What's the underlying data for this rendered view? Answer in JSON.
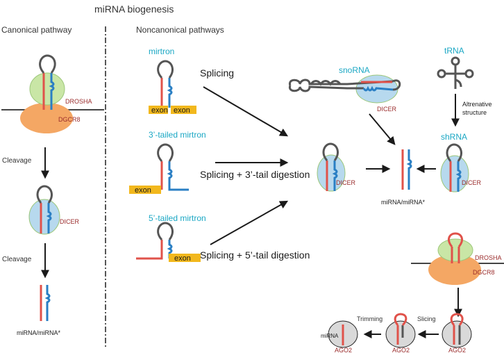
{
  "title": "miRNA biogenesis",
  "canonical": {
    "heading": "Canonical pathway",
    "drosha": "DROSHA",
    "dgcr8": "DGCR8",
    "cleavage_1": "Cleavage",
    "dicer": "DICER",
    "cleavage_2": "Cleavage",
    "product": "miRNA/miRNA*"
  },
  "noncanonical": {
    "heading": "Noncanonical pathways",
    "mirtron": "mirtron",
    "exon_left": "exon",
    "exon_right": "exon",
    "splicing": "Splicing",
    "tailed3": "3’-tailed mirtron",
    "exon_3": "exon",
    "splicing_3": "Splicing  + 3’-tail digestion",
    "tailed5": "5’-tailed mirtron",
    "exon_5": "exon",
    "splicing_5": "Splicing  + 5’-tail digestion",
    "snorna": "snoRNA",
    "snorna_dicer": "DICER",
    "trna": "tRNA",
    "alt_line1": "Altrenative",
    "alt_line2": "structure",
    "shrna": "shRNA",
    "shrna_dicer": "DICER",
    "center_dicer": "DICER",
    "center_product": "miRNA/miRNA*",
    "drosha": "DROSHA",
    "dgcr8": "DGCR8",
    "ago2_right": "AGO2",
    "slicing": "Slicing",
    "ago2_mid": "AGO2",
    "trimming": "Trimming",
    "ago2_left": "AGO2",
    "mirna_label": "miRNA"
  },
  "colors": {
    "red_strand": "#e0524a",
    "blue_strand": "#2a7fc4",
    "loop": "#555555",
    "green_protein": "#c9e6a6",
    "blue_protein": "#b7d9ee",
    "orange_protein": "#f4a764",
    "exon": "#f2b81d",
    "ago2": "#d9d9d9",
    "cyan_label": "#1aa7c4",
    "red_label": "#9a2b2b"
  }
}
